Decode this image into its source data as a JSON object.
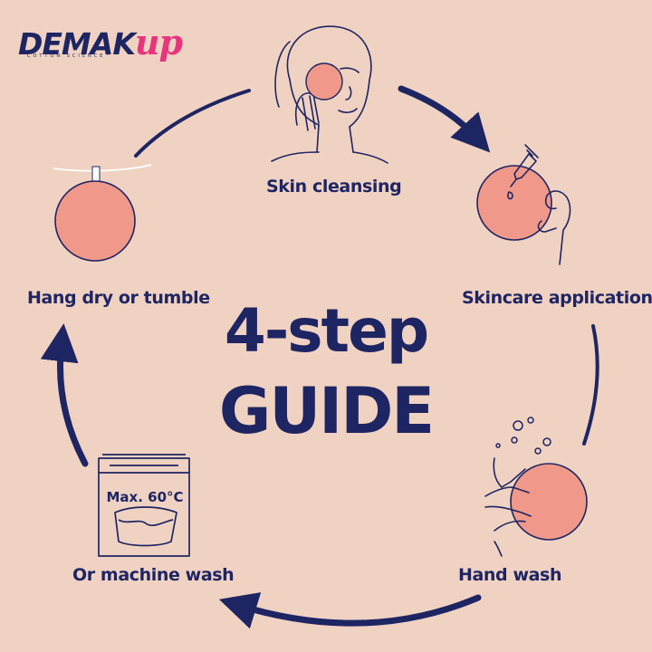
{
  "brand": {
    "name": "DEMAK",
    "suffix": "up",
    "tagline": "COTTON SCIENCE™",
    "primary_color": "#1e2563",
    "accent_color": "#e8347d",
    "pad_color": "#f0998a"
  },
  "title": {
    "line1": "4-step",
    "line2": "GUIDE"
  },
  "steps": [
    {
      "label": "Skin cleansing",
      "icon": "face-cleansing-icon"
    },
    {
      "label": "Skincare application",
      "icon": "dropper-pad-icon"
    },
    {
      "label": "Hand wash",
      "icon": "hand-wash-icon"
    },
    {
      "label": "Or machine wash",
      "icon": "washing-machine-icon",
      "temperature": "Max. 60°C"
    },
    {
      "label": "Hang dry or tumble",
      "icon": "hanging-pad-icon"
    }
  ]
}
